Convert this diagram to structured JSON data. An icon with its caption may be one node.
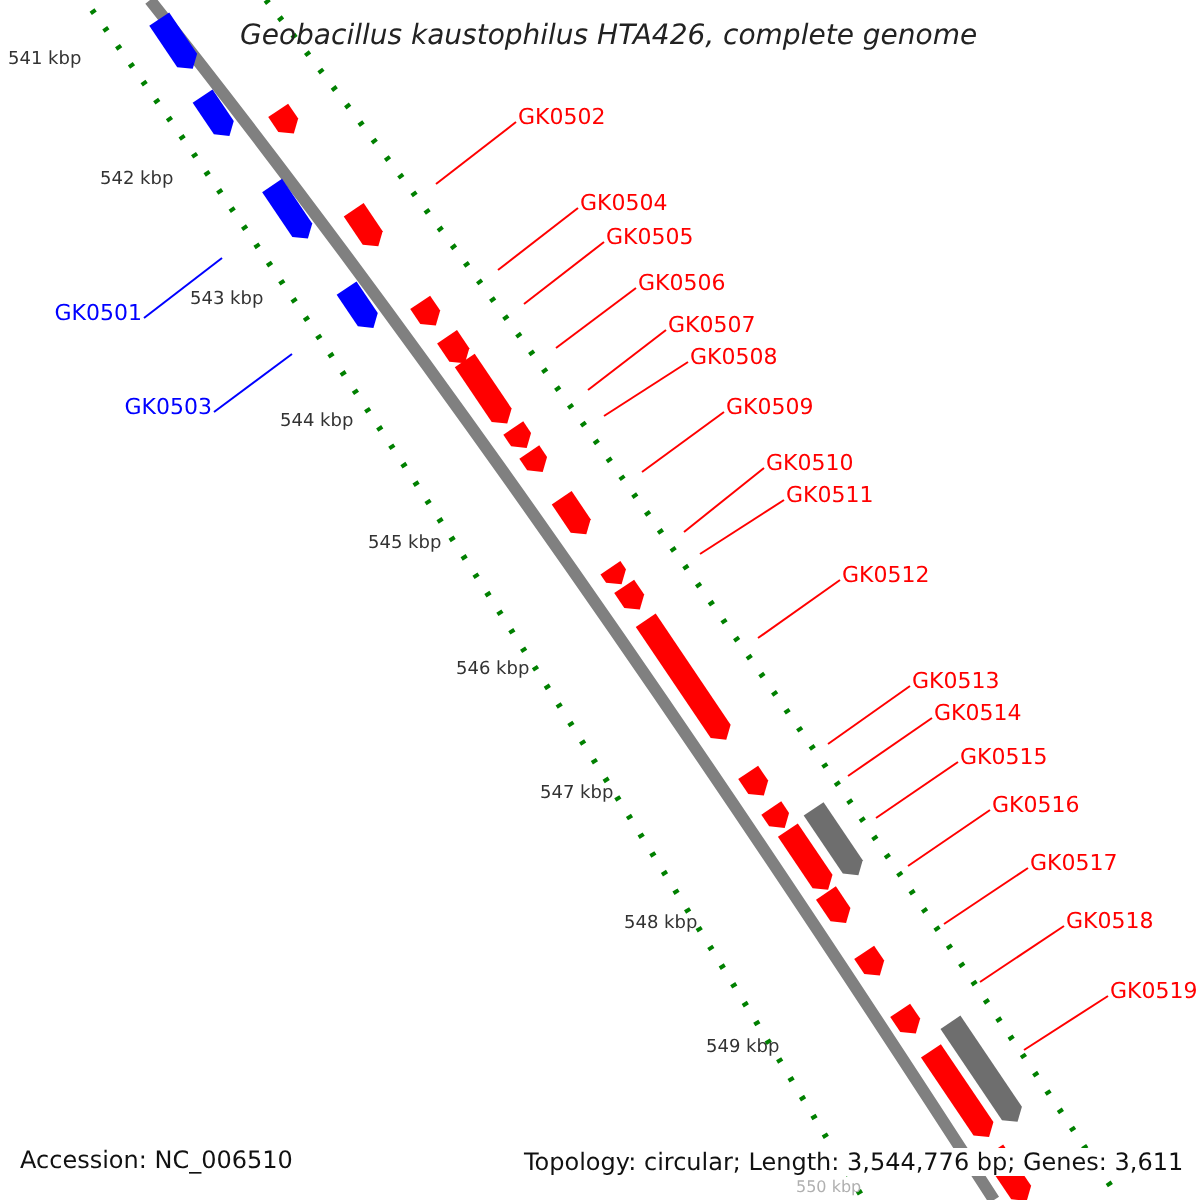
{
  "diagram": {
    "title": "Geobacillus kaustophilus HTA426, complete genome",
    "nodes": [
      {
        "text": [
          "GK0502"
        ]
      },
      {
        "text": [
          "GK0504"
        ]
      },
      {
        "text": [
          "GK0505"
        ]
      },
      {
        "text": [
          "GK0506"
        ]
      },
      {
        "text": [
          "GK0501"
        ]
      },
      {
        "text": [
          "GK0507"
        ]
      },
      {
        "text": [
          "GK0508"
        ]
      },
      {
        "text": [
          "GK0503"
        ]
      },
      {
        "text": [
          "GK0509"
        ]
      },
      {
        "text": [
          "GK0510"
        ]
      },
      {
        "text": [
          "GK0511"
        ]
      },
      {
        "text": [
          "GK0512"
        ]
      },
      {
        "text": [
          "GK0513"
        ]
      },
      {
        "text": [
          "GK0514"
        ]
      },
      {
        "text": [
          "GK0515"
        ]
      },
      {
        "text": [
          "GK0516"
        ]
      },
      {
        "text": [
          "GK0517"
        ]
      },
      {
        "text": [
          "GK0518"
        ]
      },
      {
        "text": [
          "GK0519"
        ]
      }
    ],
    "edges": [
      {
        "from": 0,
        "to": null,
        "arrow": "none"
      },
      {
        "from": 1,
        "to": null,
        "arrow": "none"
      },
      {
        "from": 2,
        "to": null,
        "arrow": "none"
      },
      {
        "from": 3,
        "to": null,
        "arrow": "none"
      },
      {
        "from": 4,
        "to": null,
        "arrow": "none",
        "color": "#0000ff"
      },
      {
        "from": 5,
        "to": null,
        "arrow": "none"
      },
      {
        "from": 6,
        "to": null,
        "arrow": "none"
      },
      {
        "from": 7,
        "to": null,
        "arrow": "none",
        "color": "#0000ff"
      },
      {
        "from": 8,
        "to": null,
        "arrow": "none"
      },
      {
        "from": 9,
        "to": null,
        "arrow": "none"
      },
      {
        "from": 10,
        "to": null,
        "arrow": "none"
      },
      {
        "from": 11,
        "to": null,
        "arrow": "none"
      },
      {
        "from": 12,
        "to": null,
        "arrow": "none"
      },
      {
        "from": 13,
        "to": null,
        "arrow": "none"
      },
      {
        "from": 14,
        "to": null,
        "arrow": "none"
      },
      {
        "from": 15,
        "to": null,
        "arrow": "none"
      },
      {
        "from": 16,
        "to": null,
        "arrow": "none"
      },
      {
        "from": 17,
        "to": null,
        "arrow": "none"
      },
      {
        "from": 18,
        "to": null,
        "arrow": "none"
      }
    ],
    "labels": [
      "541 kbp",
      "542 kbp",
      "543 kbp",
      "544 kbp",
      "545 kbp",
      "546 kbp",
      "547 kbp",
      "548 kbp",
      "549 kbp",
      "550 kbp",
      "Accession: NC_006510",
      "Topology: circular; Length: 3,544,776 bp; Genes: 3,611"
    ]
  }
}
